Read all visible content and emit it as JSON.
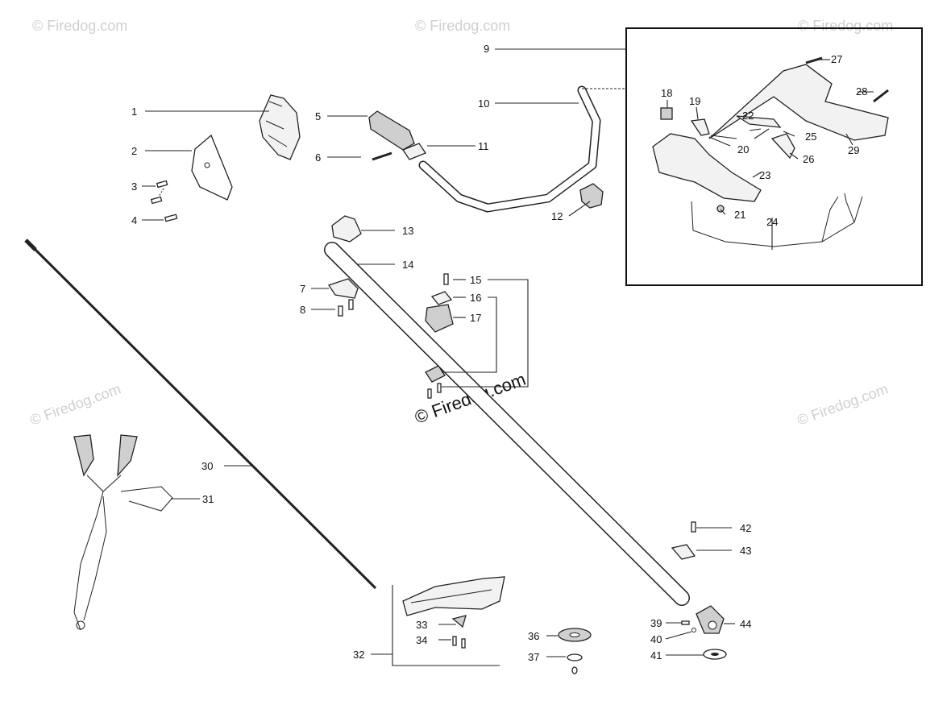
{
  "watermarks": {
    "small": "© Firedog.com",
    "center": "© Firedog.com"
  },
  "callouts": [
    "1",
    "2",
    "3",
    "4",
    "5",
    "6",
    "7",
    "8",
    "9",
    "10",
    "11",
    "12",
    "13",
    "14",
    "15",
    "16",
    "17",
    "18",
    "19",
    "20",
    "21",
    "22",
    "23",
    "24",
    "25",
    "26",
    "27",
    "28",
    "29",
    "30",
    "31",
    "32",
    "33",
    "34",
    "36",
    "37",
    "39",
    "40",
    "41",
    "42",
    "43",
    "44"
  ]
}
